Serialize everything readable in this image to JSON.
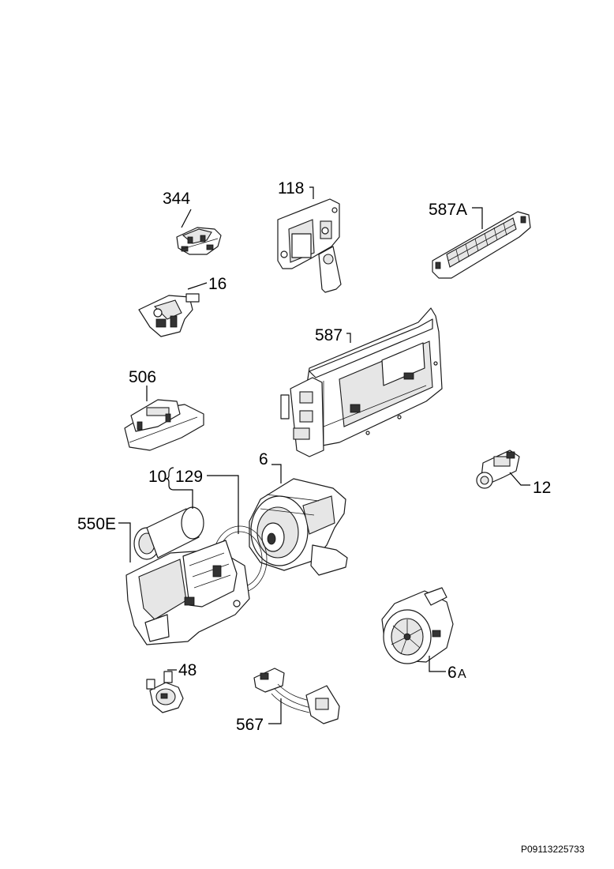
{
  "labels": {
    "p344": "344",
    "p118": "118",
    "p587a": "587A",
    "p16": "16",
    "p587": "587",
    "p506": "506",
    "p6": "6",
    "p12": "12",
    "p10": "10",
    "p129": "129",
    "p550e": "550E",
    "p6a_num": "6",
    "p6a_suffix": "A",
    "p48": "48",
    "p567": "567"
  },
  "footer": {
    "code": "P09113225733"
  }
}
